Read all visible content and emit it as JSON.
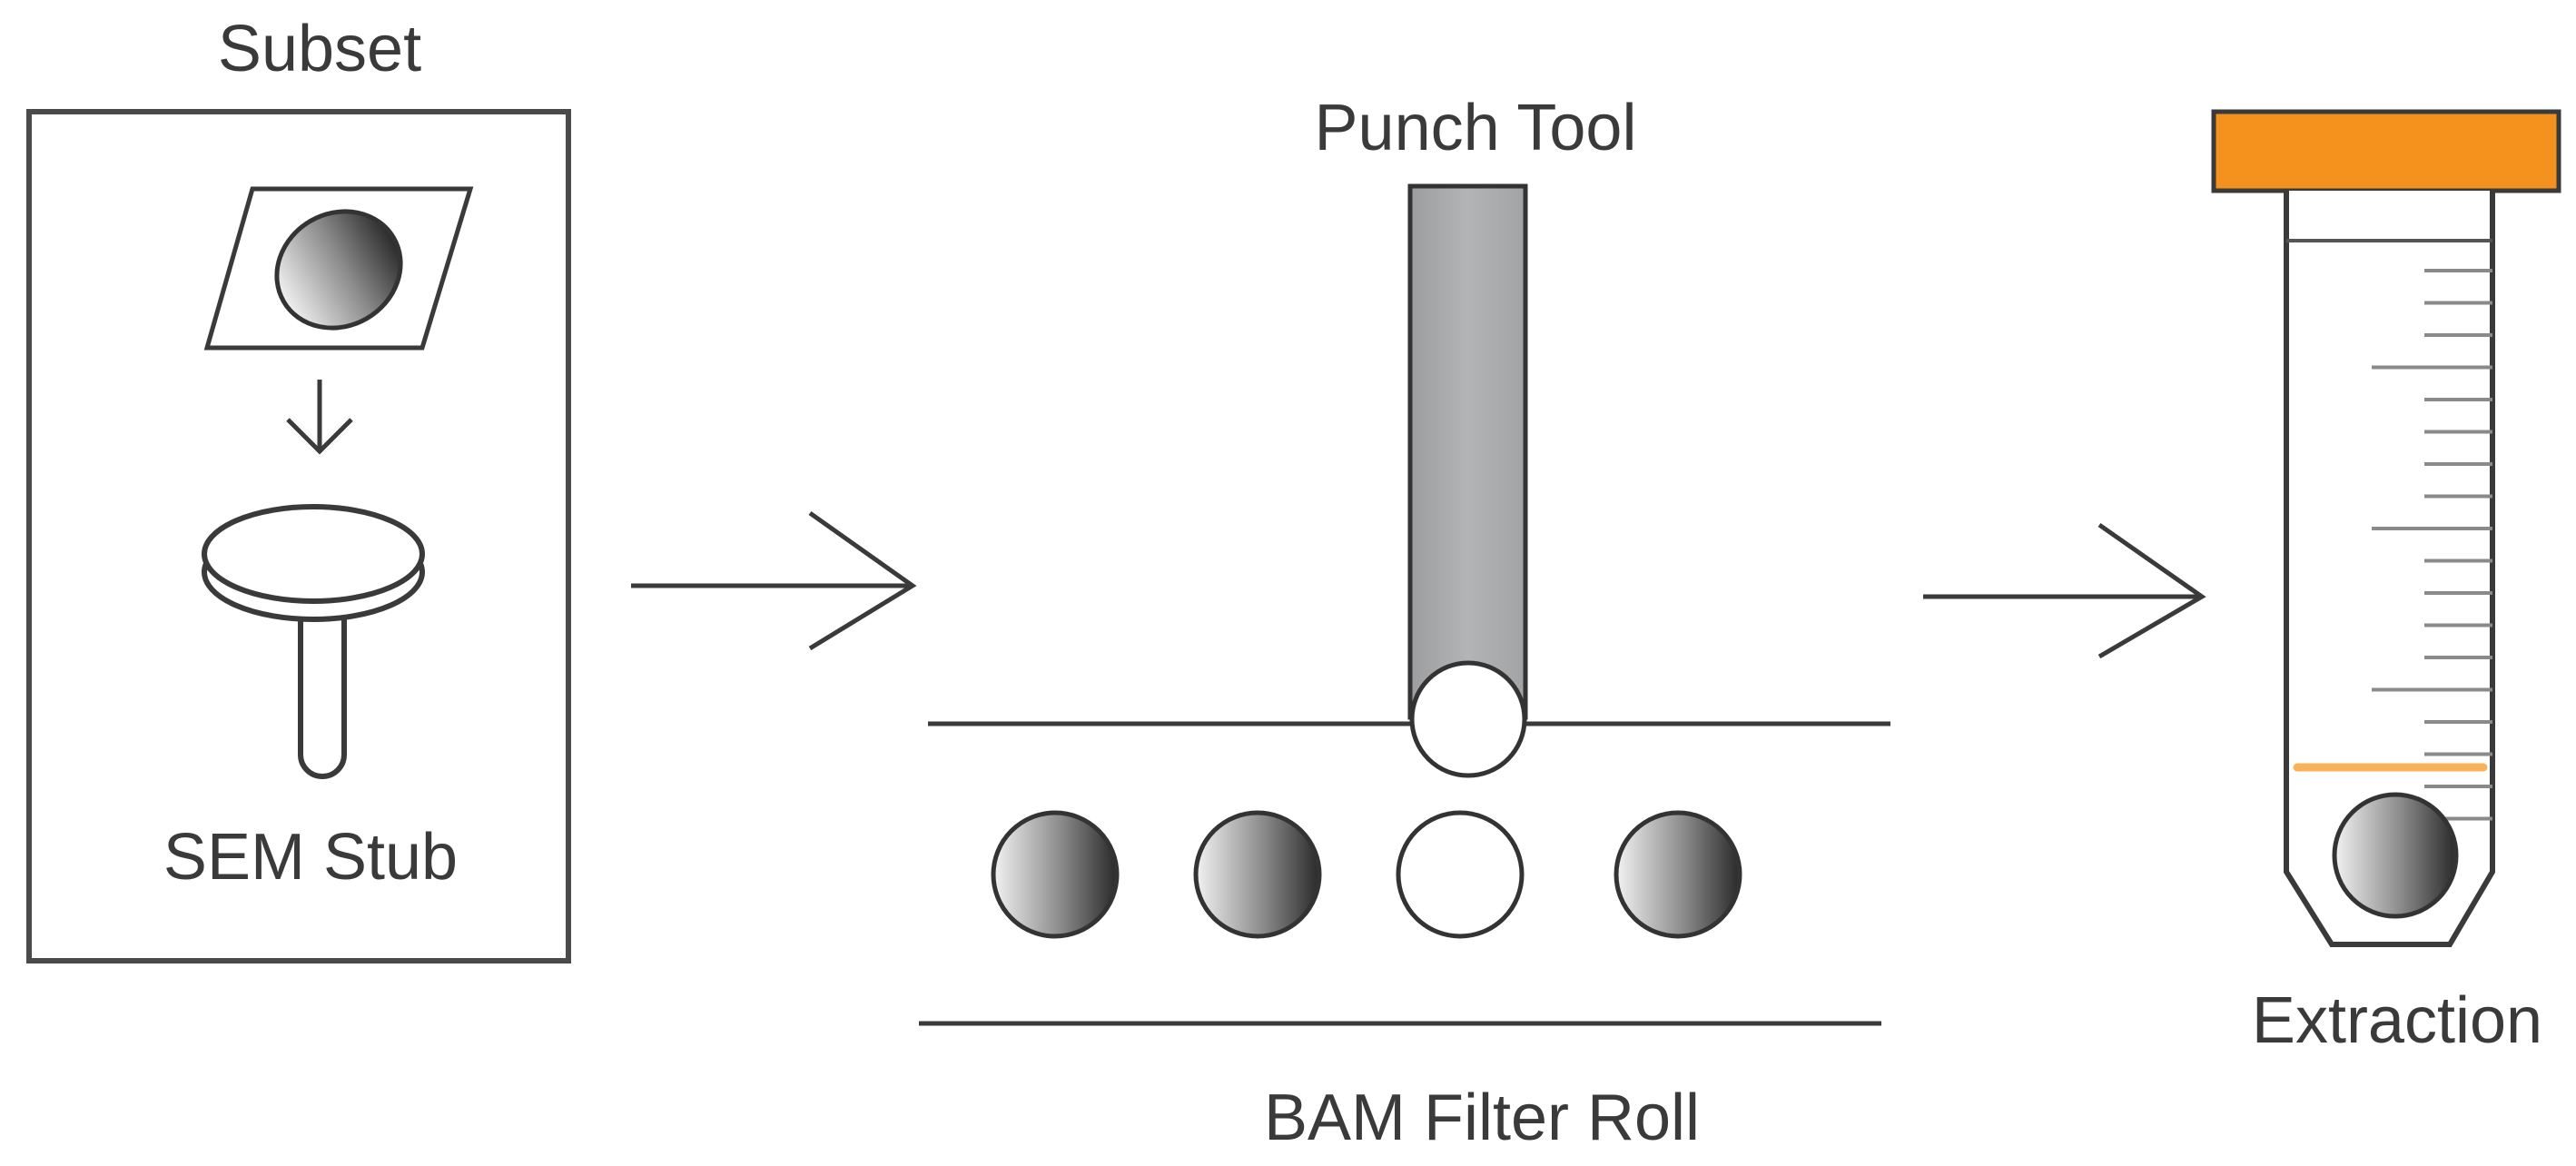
{
  "labels": {
    "subset": "Subset",
    "sem_stub": "SEM Stub",
    "punch_tool": "Punch Tool",
    "bam_filter_roll": "BAM Filter Roll",
    "extraction": "Extraction"
  },
  "filter_spots": [
    {
      "state": "filter-disc"
    },
    {
      "state": "filter-disc"
    },
    {
      "state": "punched-hole"
    },
    {
      "state": "filter-disc"
    }
  ],
  "colors": {
    "line": "#4a4a4a",
    "punch_tool": "#a8a9ab",
    "tube_cap": "#f5921e",
    "liquid_level": "#f7b25a",
    "disc_dark": "#2a2a2a",
    "disc_light": "#f2f2f2"
  }
}
